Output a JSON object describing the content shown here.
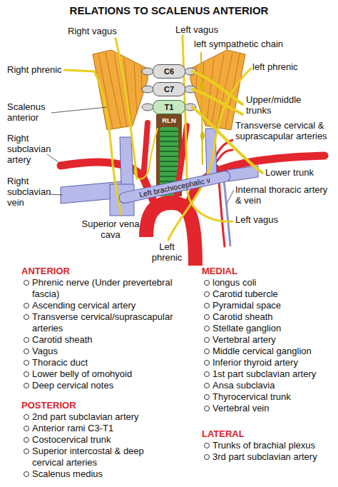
{
  "diagram": {
    "title": "RELATIONS TO SCALENUS ANTERIOR",
    "nodes": [
      {
        "text": [
          "C6"
        ]
      },
      {
        "text": [
          "C7"
        ]
      },
      {
        "text": [
          "T1"
        ]
      },
      {
        "text": [
          "Left brachiocephalic v"
        ]
      }
    ],
    "labels": [
      "Right vagus",
      "Left vagus",
      "left sympathetic chain",
      "Right phrenic",
      "left phrenic",
      "RLN",
      "Scalenus anterior",
      "Upper/middle trunks",
      "Transverse cervical & suprascapular arteries",
      "Right subclavian artery",
      "Lower trunk",
      "Right subclavian vein",
      "Internal thoracic artery & vein",
      "Superior vena cava",
      "Left vagus",
      "Left phrenic",
      "ANTERIOR",
      "Phrenic nerve (Under prevertebral fascia)",
      "Ascending cervical artery",
      "Transverse cervical/suprascapular arteries",
      "Carotid sheath",
      "Vagus",
      "Thoracic duct",
      "Lower belly of omohyoid",
      "Deep cervical notes",
      "POSTERIOR",
      "2nd part subclavian artery",
      "Anterior rami C3-T1",
      "Costocervical trunk",
      "Superior intercostal & deep cervical arteries",
      "Scalenus medius",
      "MEDIAL",
      "longus coli",
      "Carotid tubercle",
      "Pyramidal space",
      "Carotid sheath",
      "Stellate ganglion",
      "Vertebral artery",
      "Middle cervical ganglion",
      "Inferior thyroid artery",
      "1st part subclavian artery",
      "Ansa subclavia",
      "Thyrocervical trunk",
      "Vertebral vein",
      "LATERAL",
      "Trunks of brachial plexus",
      "3rd part subclavian artery"
    ]
  }
}
